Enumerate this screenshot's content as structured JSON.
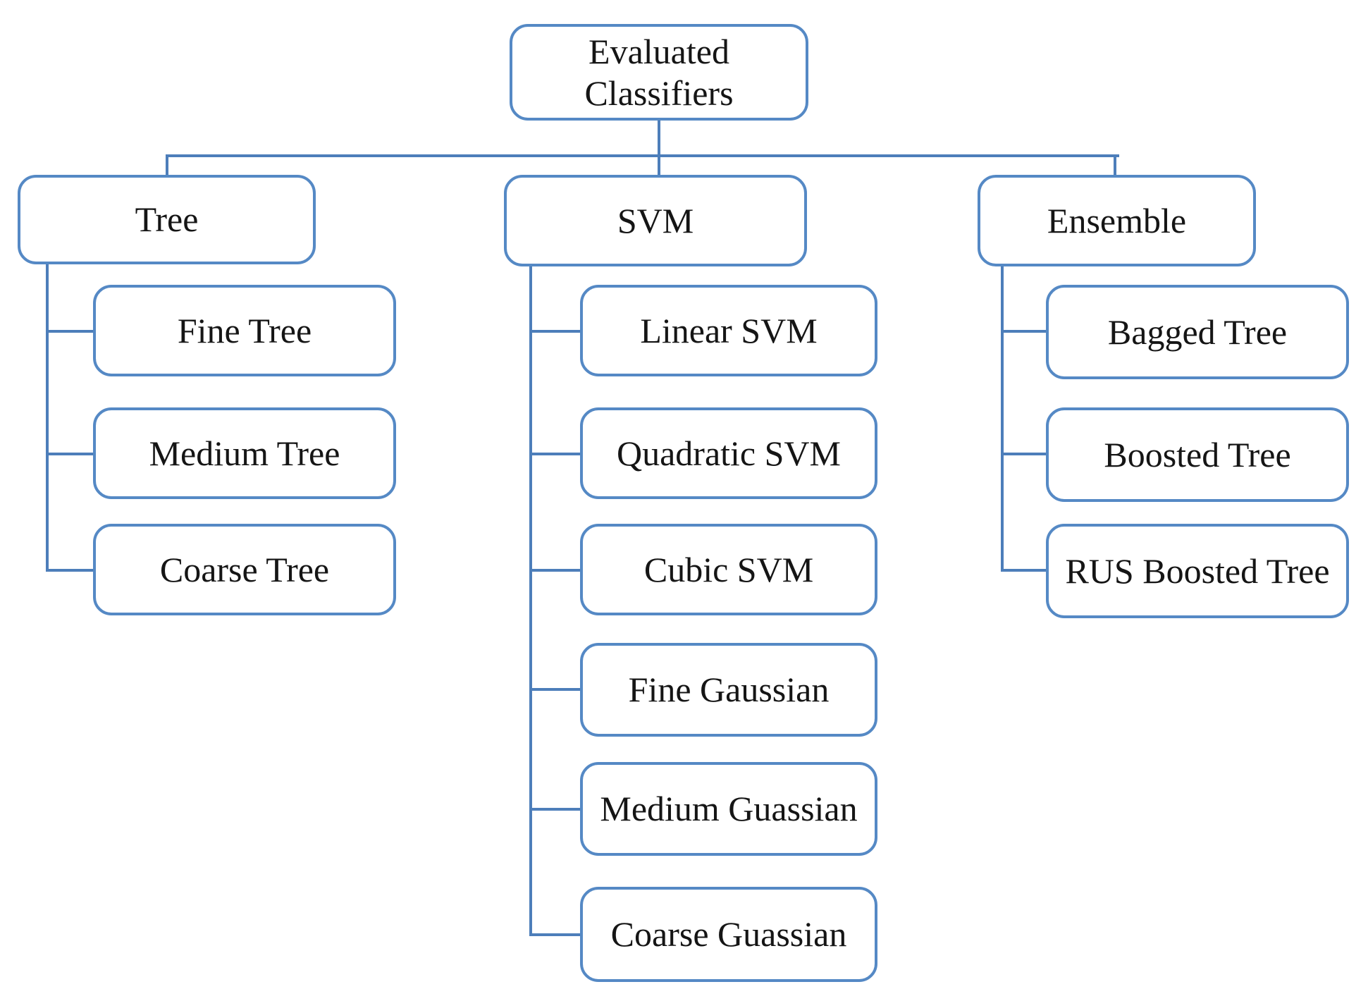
{
  "diagram_title": "Evaluated Classifiers",
  "colors": {
    "box_border": "#5589c5",
    "connector": "#4d7eba",
    "text": "#151515",
    "background": "#ffffff"
  },
  "hierarchy": {
    "root": "Evaluated Classifiers",
    "branches": [
      {
        "label": "Tree",
        "children": [
          "Fine Tree",
          "Medium Tree",
          "Coarse Tree"
        ]
      },
      {
        "label": "SVM",
        "children": [
          "Linear SVM",
          "Quadratic SVM",
          "Cubic SVM",
          "Fine Gaussian",
          "Medium Guassian",
          "Coarse Guassian"
        ]
      },
      {
        "label": "Ensemble",
        "children": [
          "Bagged Tree",
          "Boosted Tree",
          "RUS Boosted Tree"
        ]
      }
    ]
  }
}
